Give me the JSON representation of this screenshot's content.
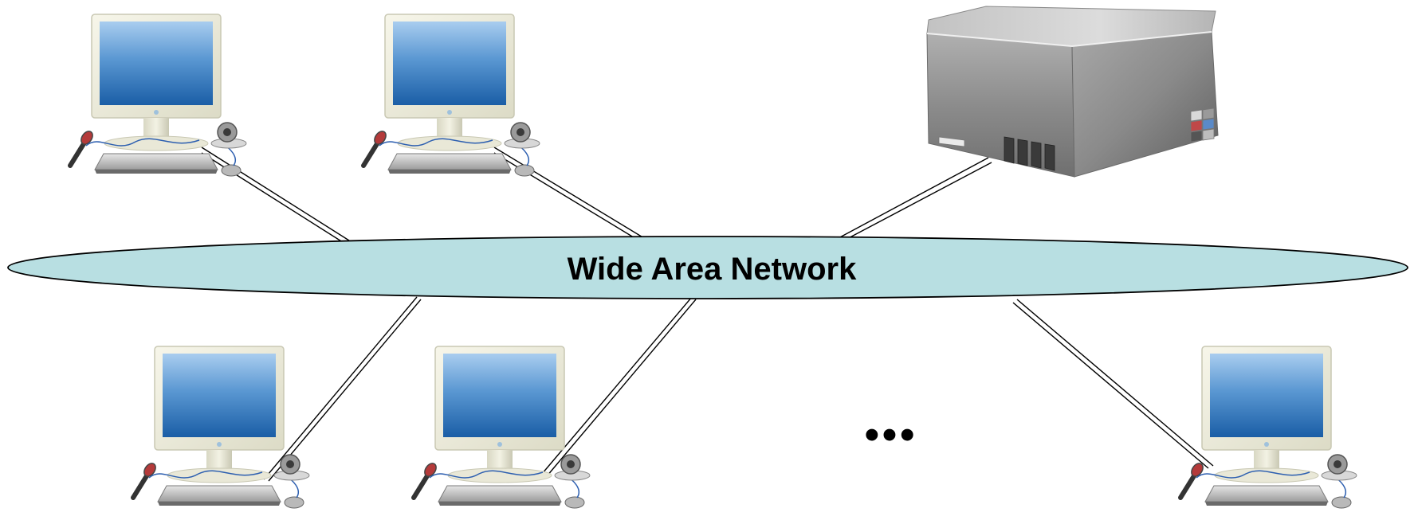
{
  "network": {
    "label": "Wide Area Network",
    "fill_color": "#b8dfe2",
    "stroke_color": "#000000"
  },
  "more_indicator": "•••",
  "nodes": [
    {
      "type": "workstation",
      "icon": "workstation-icon"
    },
    {
      "type": "workstation",
      "icon": "workstation-icon"
    },
    {
      "type": "server",
      "icon": "server-icon"
    },
    {
      "type": "workstation",
      "icon": "workstation-icon"
    },
    {
      "type": "workstation",
      "icon": "workstation-icon"
    },
    {
      "type": "workstation",
      "icon": "workstation-icon"
    }
  ],
  "colors": {
    "screen_top": "#a9cdef",
    "screen_bottom": "#1a5ea6",
    "monitor_frame": "#efeedd",
    "server_body": "#9a9a9a"
  }
}
